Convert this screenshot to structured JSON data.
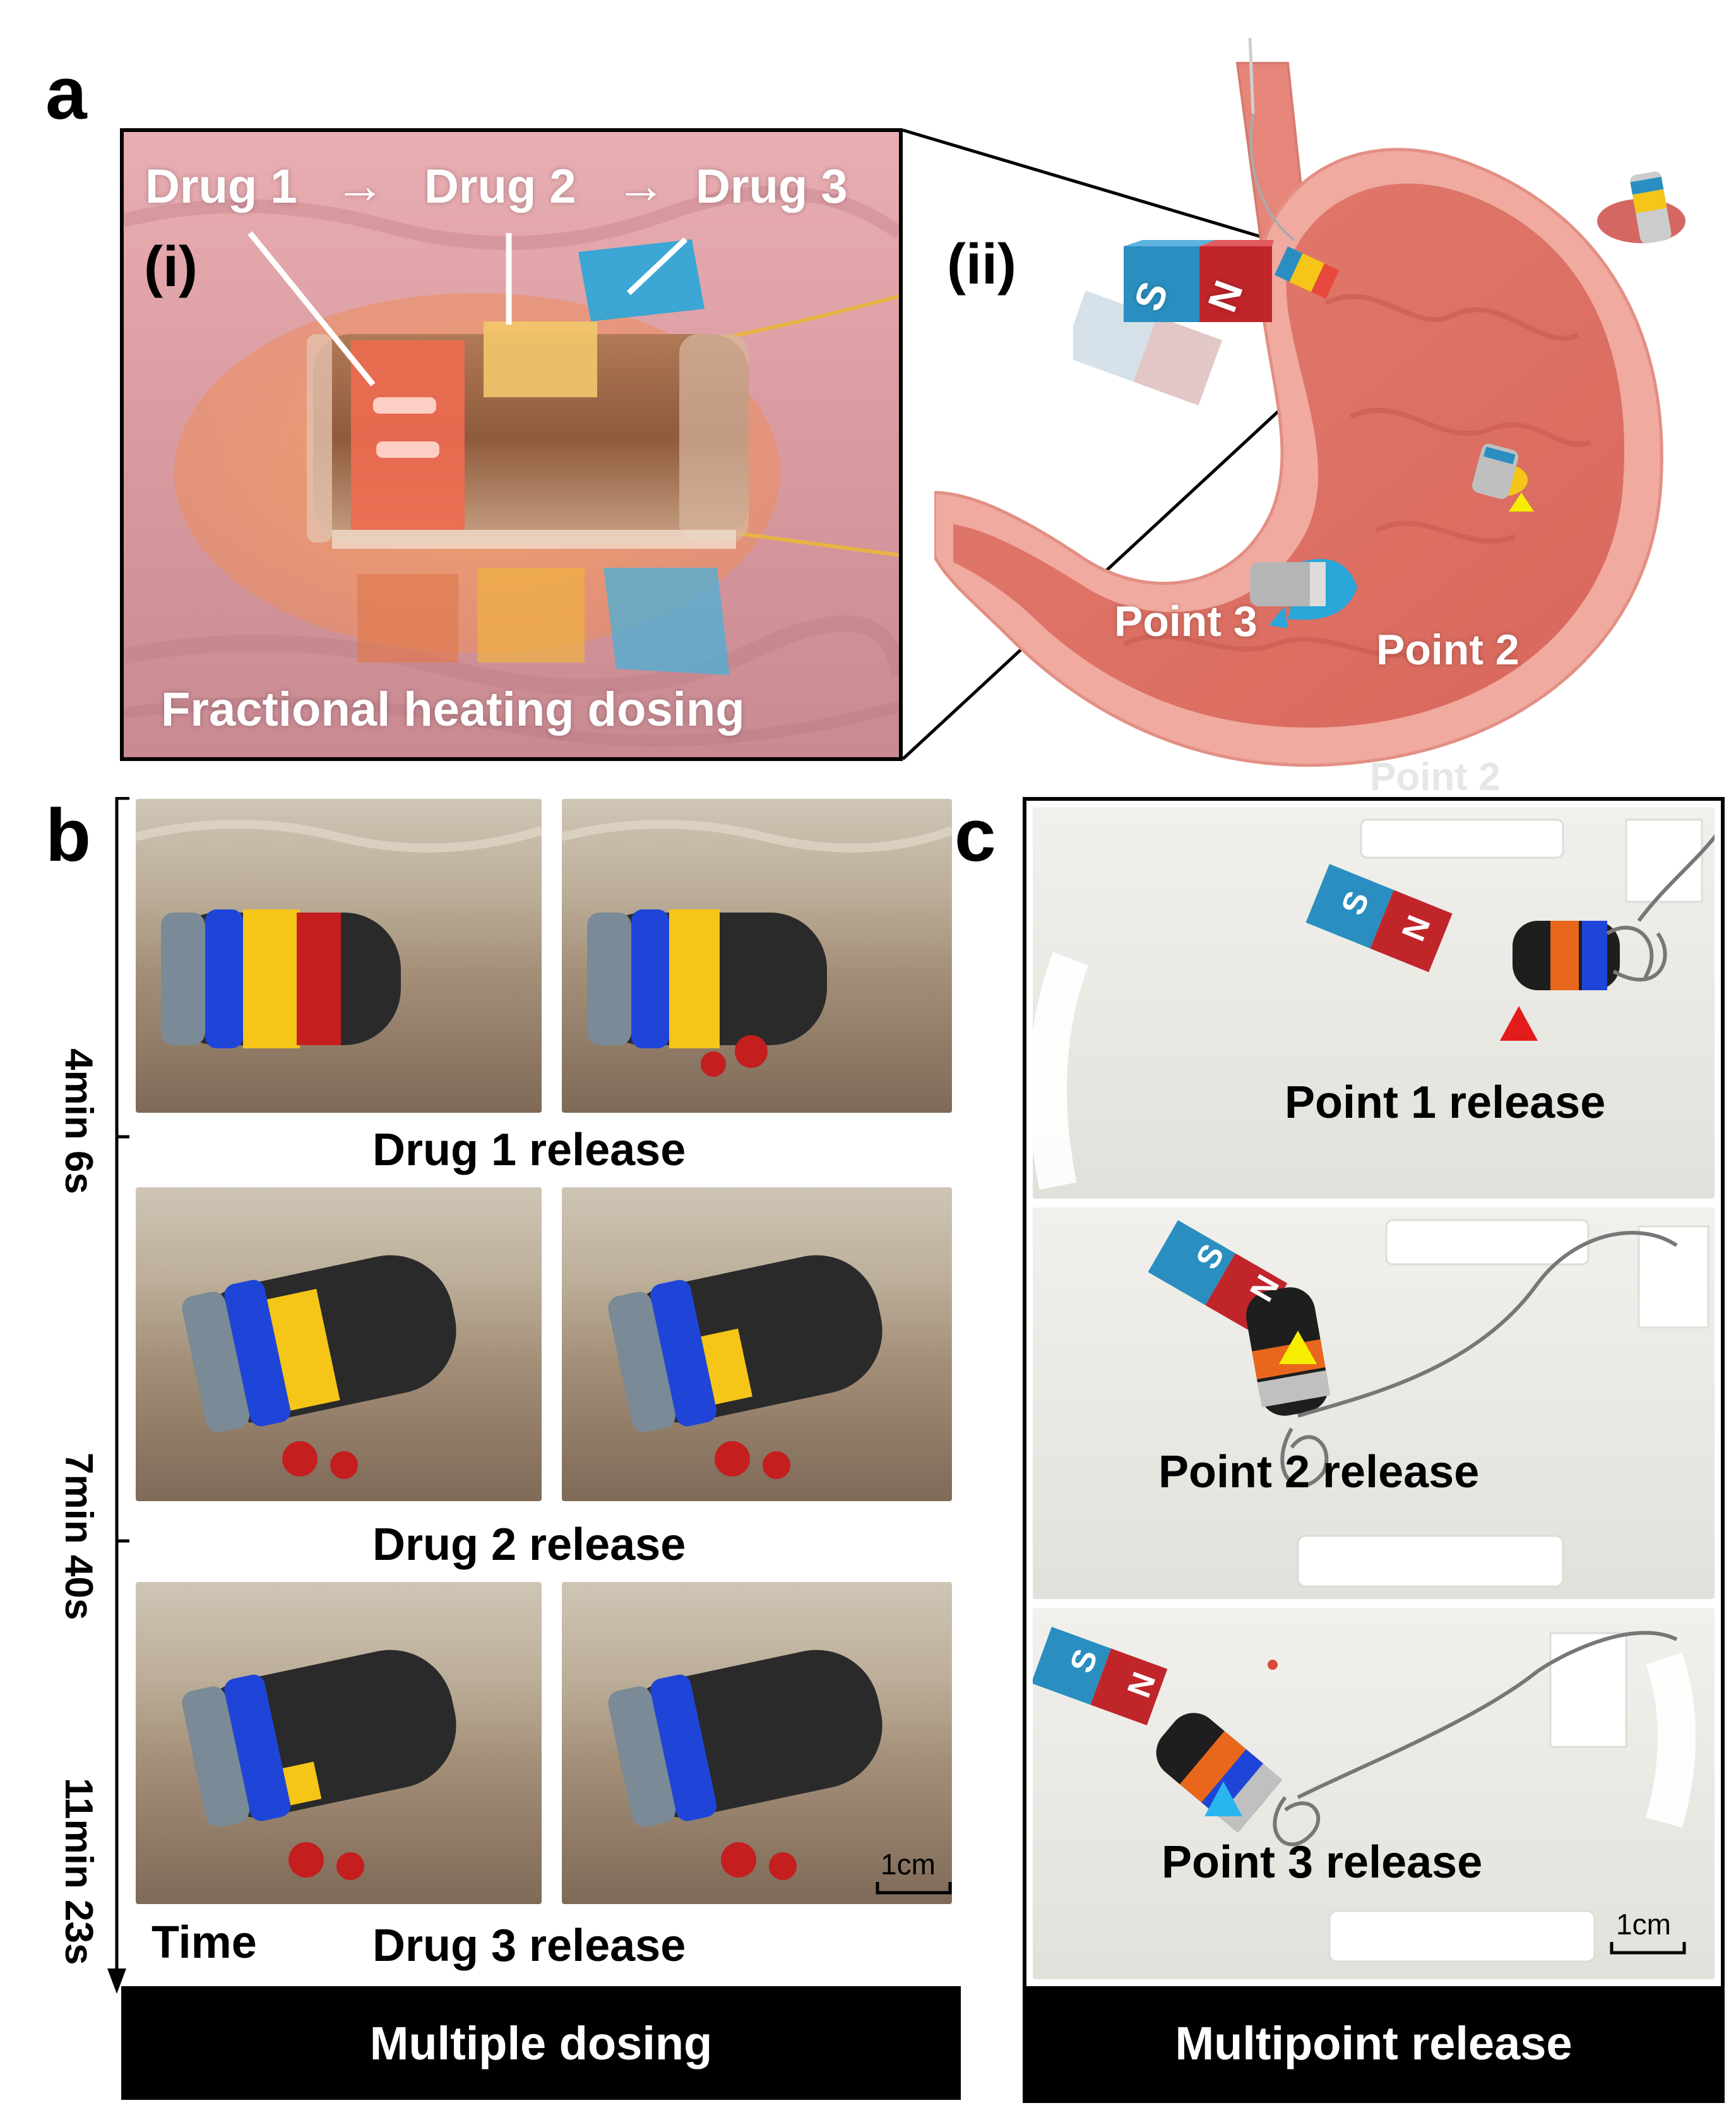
{
  "panels": {
    "a": {
      "letter": "a",
      "sub_i": "(i)",
      "sub_ii": "(ii)",
      "drug_sequence": [
        "Drug 1",
        "Drug 2",
        "Drug 3"
      ],
      "arrow": "→",
      "caption": "Fractional heating dosing",
      "magnet_s": "S",
      "magnet_n": "N",
      "point_labels": [
        "Point 3",
        "Point 2"
      ],
      "faint_label": "Point 2"
    },
    "b": {
      "letter": "b",
      "release_labels": [
        "Drug 1 release",
        "Drug 2 release",
        "Drug 3 release"
      ],
      "time_label": "Time",
      "time_marks": [
        "4min 6s",
        "7min 40s",
        "11min 23s"
      ],
      "scale_bar": "1cm",
      "bottom_bar": "Multiple dosing"
    },
    "c": {
      "letter": "c",
      "release_labels": [
        "Point 1 release",
        "Point 2 release",
        "Point 3 release"
      ],
      "magnet_s": "S",
      "magnet_n": "N",
      "scale_bar": "1cm",
      "bottom_bar": "Multipoint release"
    }
  },
  "colors": {
    "drug1": "#e8493c",
    "drug2": "#f5c518",
    "drug3": "#2aa6d8",
    "magnet_s": "#2a8fc0",
    "magnet_n": "#c0252a",
    "marker_red": "#e21b1b",
    "marker_yellow": "#f6ee00",
    "marker_blue": "#29b6f0"
  }
}
